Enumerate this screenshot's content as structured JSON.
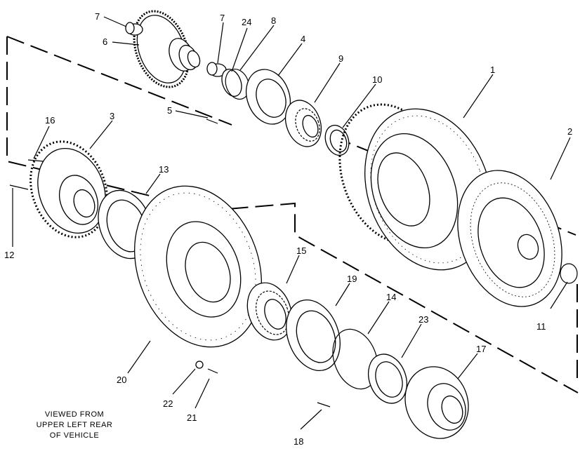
{
  "caption": [
    "VIEWED FROM",
    "UPPER LEFT REAR",
    "OF VEHICLE"
  ],
  "labels": {
    "n1": "1",
    "n2": "2",
    "n3": "3",
    "n4": "4",
    "n5": "5",
    "n6": "6",
    "n7a": "7",
    "n7b": "7",
    "n8": "8",
    "n9": "9",
    "n10": "10",
    "n11": "11",
    "n12": "12",
    "n13": "13",
    "n14": "14",
    "n15": "15",
    "n16": "16",
    "n17": "17",
    "n18": "18",
    "n19": "19",
    "n20": "20",
    "n21": "21",
    "n22": "22",
    "n23": "23",
    "n24": "24"
  }
}
